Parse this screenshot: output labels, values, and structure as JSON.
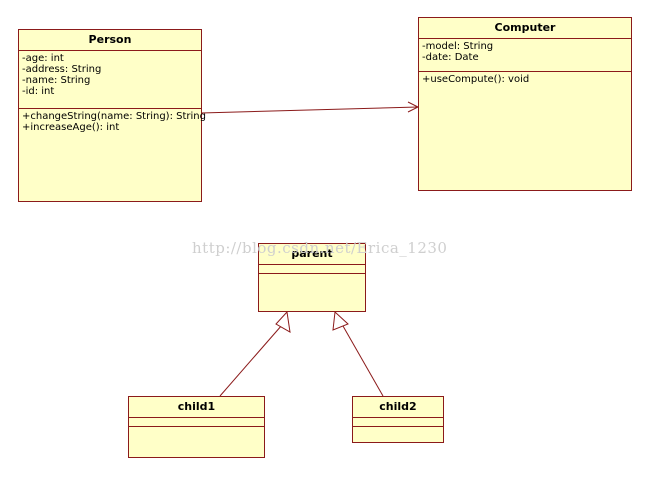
{
  "colors": {
    "fill": "#ffffc8",
    "stroke": "#8b1a1a",
    "watermark": "#cfcfcf"
  },
  "watermark": "http://blog.csdn.net/Erica_1230",
  "classes": {
    "person": {
      "name": "Person",
      "attributes": [
        "-age: int",
        "-address: String",
        "-name: String",
        "-id: int"
      ],
      "operations": [
        "+changeString(name: String): String",
        "+increaseAge(): int"
      ]
    },
    "computer": {
      "name": "Computer",
      "attributes": [
        "-model: String",
        "-date: Date"
      ],
      "operations": [
        "+useCompute(): void"
      ]
    },
    "parent": {
      "name": "parent",
      "attributes": [],
      "operations": []
    },
    "child1": {
      "name": "child1",
      "attributes": [],
      "operations": []
    },
    "child2": {
      "name": "child2",
      "attributes": [],
      "operations": []
    }
  },
  "relations": [
    {
      "type": "association",
      "from": "Person",
      "to": "Computer"
    },
    {
      "type": "generalization",
      "from": "child1",
      "to": "parent"
    },
    {
      "type": "generalization",
      "from": "child2",
      "to": "parent"
    }
  ]
}
